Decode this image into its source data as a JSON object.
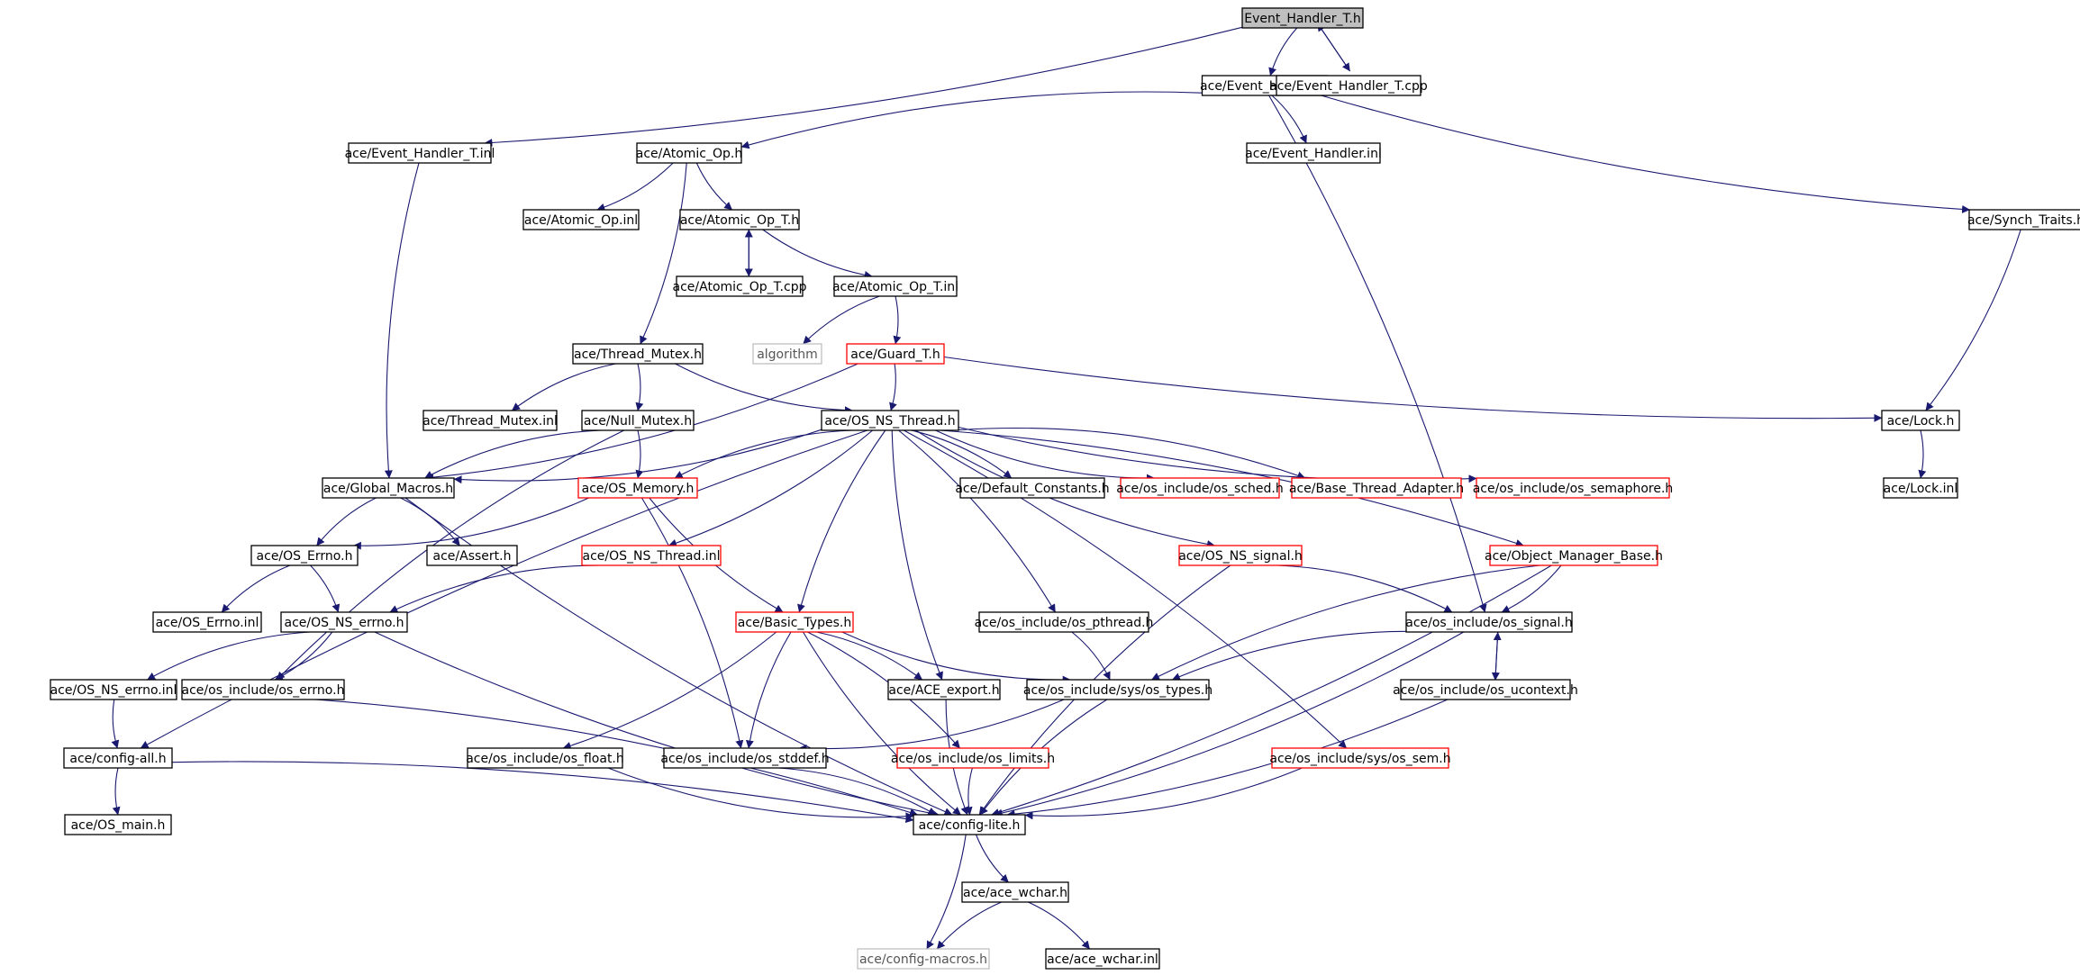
{
  "colors": {
    "edge": "#191970",
    "normal_border": "#000000",
    "missing_border": "#ff0000",
    "external_border": "#bfbfbf",
    "root_fill": "#bfbfbf"
  },
  "nodes": [
    {
      "id": "root",
      "label": "Event_Handler_T.h",
      "style": "root"
    },
    {
      "id": "eh_h",
      "label": "ace/Event_Handler.h",
      "style": "normal"
    },
    {
      "id": "eht_cpp",
      "label": "ace/Event_Handler_T.cpp",
      "style": "normal"
    },
    {
      "id": "eht_inl",
      "label": "ace/Event_Handler_T.inl",
      "style": "normal"
    },
    {
      "id": "atomic_h",
      "label": "ace/Atomic_Op.h",
      "style": "normal"
    },
    {
      "id": "eh_inl",
      "label": "ace/Event_Handler.inl",
      "style": "normal"
    },
    {
      "id": "atomic_inl",
      "label": "ace/Atomic_Op.inl",
      "style": "normal"
    },
    {
      "id": "atomic_t_h",
      "label": "ace/Atomic_Op_T.h",
      "style": "normal"
    },
    {
      "id": "synch",
      "label": "ace/Synch_Traits.h",
      "style": "normal"
    },
    {
      "id": "atomic_t_cpp",
      "label": "ace/Atomic_Op_T.cpp",
      "style": "normal"
    },
    {
      "id": "atomic_t_inl",
      "label": "ace/Atomic_Op_T.inl",
      "style": "normal"
    },
    {
      "id": "thread_mutex_h",
      "label": "ace/Thread_Mutex.h",
      "style": "normal"
    },
    {
      "id": "algorithm",
      "label": "algorithm",
      "style": "external"
    },
    {
      "id": "guard_t",
      "label": "ace/Guard_T.h",
      "style": "missing"
    },
    {
      "id": "thread_mutex_inl",
      "label": "ace/Thread_Mutex.inl",
      "style": "normal"
    },
    {
      "id": "null_mutex",
      "label": "ace/Null_Mutex.h",
      "style": "normal"
    },
    {
      "id": "os_ns_thread",
      "label": "ace/OS_NS_Thread.h",
      "style": "normal"
    },
    {
      "id": "lock_h",
      "label": "ace/Lock.h",
      "style": "normal"
    },
    {
      "id": "global_macros",
      "label": "ace/Global_Macros.h",
      "style": "normal"
    },
    {
      "id": "os_memory",
      "label": "ace/OS_Memory.h",
      "style": "missing"
    },
    {
      "id": "default_constants",
      "label": "ace/Default_Constants.h",
      "style": "normal"
    },
    {
      "id": "os_sched",
      "label": "ace/os_include/os_sched.h",
      "style": "missing"
    },
    {
      "id": "base_thread",
      "label": "ace/Base_Thread_Adapter.h",
      "style": "missing"
    },
    {
      "id": "os_semaphore",
      "label": "ace/os_include/os_semaphore.h",
      "style": "missing"
    },
    {
      "id": "lock_inl",
      "label": "ace/Lock.inl",
      "style": "normal"
    },
    {
      "id": "os_errno_h",
      "label": "ace/OS_Errno.h",
      "style": "normal"
    },
    {
      "id": "assert_h",
      "label": "ace/Assert.h",
      "style": "normal"
    },
    {
      "id": "os_ns_thread_inl",
      "label": "ace/OS_NS_Thread.inl",
      "style": "missing"
    },
    {
      "id": "os_ns_signal",
      "label": "ace/OS_NS_signal.h",
      "style": "missing"
    },
    {
      "id": "obj_mgr",
      "label": "ace/Object_Manager_Base.h",
      "style": "missing"
    },
    {
      "id": "os_errno_inl",
      "label": "ace/OS_Errno.inl",
      "style": "normal"
    },
    {
      "id": "os_ns_errno_h",
      "label": "ace/OS_NS_errno.h",
      "style": "normal"
    },
    {
      "id": "basic_types",
      "label": "ace/Basic_Types.h",
      "style": "missing"
    },
    {
      "id": "os_pthread",
      "label": "ace/os_include/os_pthread.h",
      "style": "normal"
    },
    {
      "id": "os_signal",
      "label": "ace/os_include/os_signal.h",
      "style": "normal"
    },
    {
      "id": "os_ns_errno_inl",
      "label": "ace/OS_NS_errno.inl",
      "style": "normal"
    },
    {
      "id": "os_inc_errno",
      "label": "ace/os_include/os_errno.h",
      "style": "normal"
    },
    {
      "id": "ace_export",
      "label": "ace/ACE_export.h",
      "style": "normal"
    },
    {
      "id": "sys_types",
      "label": "ace/os_include/sys/os_types.h",
      "style": "normal"
    },
    {
      "id": "os_ucontext",
      "label": "ace/os_include/os_ucontext.h",
      "style": "normal"
    },
    {
      "id": "config_all",
      "label": "ace/config-all.h",
      "style": "normal"
    },
    {
      "id": "os_float",
      "label": "ace/os_include/os_float.h",
      "style": "normal"
    },
    {
      "id": "os_stddef",
      "label": "ace/os_include/os_stddef.h",
      "style": "normal"
    },
    {
      "id": "os_limits",
      "label": "ace/os_include/os_limits.h",
      "style": "missing"
    },
    {
      "id": "sys_sem",
      "label": "ace/os_include/sys/os_sem.h",
      "style": "missing"
    },
    {
      "id": "os_main",
      "label": "ace/OS_main.h",
      "style": "normal"
    },
    {
      "id": "config_lite",
      "label": "ace/config-lite.h",
      "style": "normal"
    },
    {
      "id": "ace_wchar_h",
      "label": "ace/ace_wchar.h",
      "style": "normal"
    },
    {
      "id": "config_macros",
      "label": "ace/config-macros.h",
      "style": "external"
    },
    {
      "id": "ace_wchar_inl",
      "label": "ace/ace_wchar.inl",
      "style": "normal"
    }
  ],
  "edges": [
    [
      "root",
      "eh_h"
    ],
    [
      "root",
      "eht_cpp"
    ],
    [
      "eht_cpp",
      "root"
    ],
    [
      "root",
      "eht_inl"
    ],
    [
      "eh_h",
      "atomic_h"
    ],
    [
      "eh_h",
      "eh_inl"
    ],
    [
      "eh_h",
      "synch"
    ],
    [
      "eh_h",
      "os_signal"
    ],
    [
      "eht_inl",
      "global_macros"
    ],
    [
      "atomic_h",
      "atomic_inl"
    ],
    [
      "atomic_h",
      "atomic_t_h"
    ],
    [
      "atomic_h",
      "thread_mutex_h"
    ],
    [
      "atomic_t_h",
      "atomic_t_cpp"
    ],
    [
      "atomic_t_cpp",
      "atomic_t_h"
    ],
    [
      "atomic_t_h",
      "atomic_t_inl"
    ],
    [
      "synch",
      "lock_h"
    ],
    [
      "atomic_t_inl",
      "algorithm"
    ],
    [
      "atomic_t_inl",
      "guard_t"
    ],
    [
      "thread_mutex_h",
      "thread_mutex_inl"
    ],
    [
      "thread_mutex_h",
      "null_mutex"
    ],
    [
      "thread_mutex_h",
      "os_ns_thread"
    ],
    [
      "guard_t",
      "os_ns_thread"
    ],
    [
      "guard_t",
      "lock_h"
    ],
    [
      "guard_t",
      "global_macros"
    ],
    [
      "null_mutex",
      "global_macros"
    ],
    [
      "null_mutex",
      "os_memory"
    ],
    [
      "null_mutex",
      "os_inc_errno"
    ],
    [
      "os_ns_thread",
      "global_macros"
    ],
    [
      "os_ns_thread",
      "os_memory"
    ],
    [
      "os_ns_thread",
      "default_constants"
    ],
    [
      "os_ns_thread",
      "os_sched"
    ],
    [
      "os_ns_thread",
      "base_thread"
    ],
    [
      "os_ns_thread",
      "os_semaphore"
    ],
    [
      "os_ns_thread",
      "os_ns_thread_inl"
    ],
    [
      "os_ns_thread",
      "os_ns_signal"
    ],
    [
      "os_ns_thread",
      "obj_mgr"
    ],
    [
      "os_ns_thread",
      "basic_types"
    ],
    [
      "os_ns_thread",
      "os_pthread"
    ],
    [
      "os_ns_thread",
      "ace_export"
    ],
    [
      "os_ns_thread",
      "sys_sem"
    ],
    [
      "os_ns_thread",
      "config_all"
    ],
    [
      "lock_h",
      "lock_inl"
    ],
    [
      "global_macros",
      "os_errno_h"
    ],
    [
      "global_macros",
      "assert_h"
    ],
    [
      "global_macros",
      "config_lite"
    ],
    [
      "os_memory",
      "os_errno_h"
    ],
    [
      "os_memory",
      "basic_types"
    ],
    [
      "os_memory",
      "os_stddef"
    ],
    [
      "os_errno_h",
      "os_errno_inl"
    ],
    [
      "os_errno_h",
      "os_ns_errno_h"
    ],
    [
      "os_ns_thread_inl",
      "os_ns_errno_h"
    ],
    [
      "os_ns_signal",
      "os_signal"
    ],
    [
      "os_ns_signal",
      "config_lite"
    ],
    [
      "obj_mgr",
      "os_signal"
    ],
    [
      "obj_mgr",
      "sys_types"
    ],
    [
      "obj_mgr",
      "config_lite"
    ],
    [
      "os_ns_errno_h",
      "os_ns_errno_inl"
    ],
    [
      "os_ns_errno_h",
      "os_inc_errno"
    ],
    [
      "os_ns_errno_h",
      "config_lite"
    ],
    [
      "basic_types",
      "ace_export"
    ],
    [
      "basic_types",
      "sys_types"
    ],
    [
      "basic_types",
      "os_float"
    ],
    [
      "basic_types",
      "os_stddef"
    ],
    [
      "basic_types",
      "os_limits"
    ],
    [
      "basic_types",
      "config_lite"
    ],
    [
      "os_pthread",
      "sys_types"
    ],
    [
      "os_signal",
      "os_ucontext"
    ],
    [
      "os_ucontext",
      "os_signal"
    ],
    [
      "os_signal",
      "sys_types"
    ],
    [
      "os_signal",
      "config_lite"
    ],
    [
      "os_ns_errno_inl",
      "config_all"
    ],
    [
      "os_inc_errno",
      "config_lite"
    ],
    [
      "ace_export",
      "config_lite"
    ],
    [
      "sys_types",
      "os_stddef"
    ],
    [
      "sys_types",
      "config_lite"
    ],
    [
      "os_ucontext",
      "config_lite"
    ],
    [
      "config_all",
      "os_main"
    ],
    [
      "config_all",
      "config_lite"
    ],
    [
      "os_float",
      "config_lite"
    ],
    [
      "os_stddef",
      "config_lite"
    ],
    [
      "os_limits",
      "config_lite"
    ],
    [
      "sys_sem",
      "config_lite"
    ],
    [
      "config_lite",
      "ace_wchar_h"
    ],
    [
      "config_lite",
      "config_macros"
    ],
    [
      "ace_wchar_h",
      "config_macros"
    ],
    [
      "ace_wchar_h",
      "ace_wchar_inl"
    ]
  ]
}
